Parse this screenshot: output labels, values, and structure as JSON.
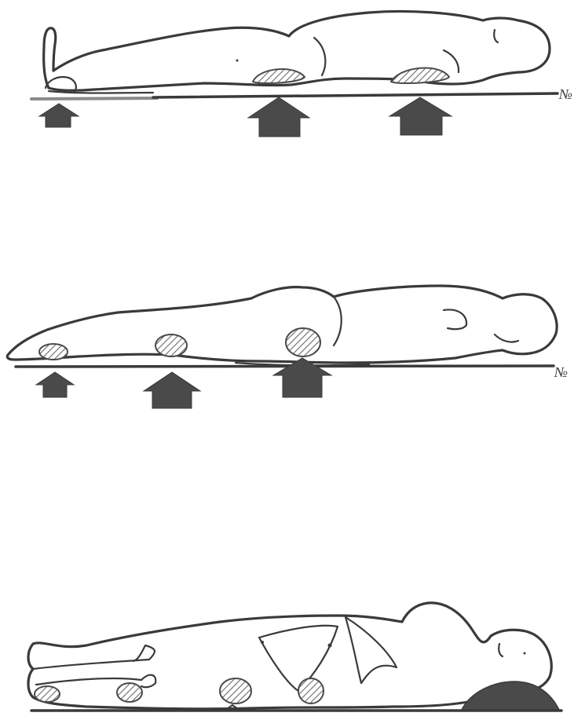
{
  "figure": {
    "panels": [
      {
        "id": "panel-1",
        "label": "№"
      },
      {
        "id": "panel-2",
        "label": "№"
      },
      {
        "id": "panel-3",
        "label": ""
      }
    ],
    "colors": {
      "outline": "#3a3a3a",
      "pressure_arrow": "#4a4a4a",
      "hatch": "#6a6a6a",
      "background": "#ffffff"
    }
  }
}
